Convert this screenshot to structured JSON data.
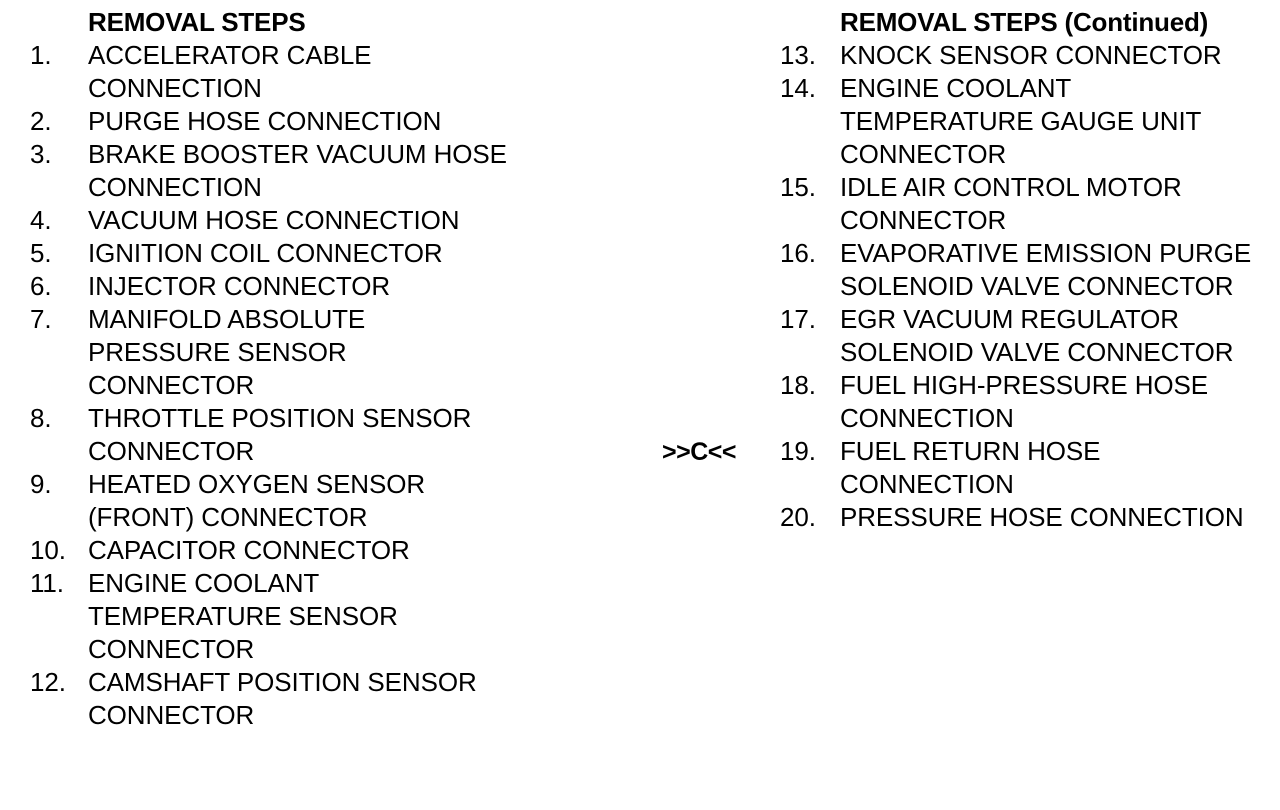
{
  "left_column": {
    "heading": "REMOVAL STEPS",
    "steps": [
      {
        "number": "1.",
        "text": "ACCELERATOR CABLE CONNECTION"
      },
      {
        "number": "2.",
        "text": "PURGE HOSE CONNECTION"
      },
      {
        "number": "3.",
        "text": "BRAKE BOOSTER VACUUM HOSE CONNECTION"
      },
      {
        "number": "4.",
        "text": "VACUUM HOSE CONNECTION"
      },
      {
        "number": "5.",
        "text": "IGNITION COIL CONNECTOR"
      },
      {
        "number": "6.",
        "text": "INJECTOR CONNECTOR"
      },
      {
        "number": "7.",
        "text": "MANIFOLD ABSOLUTE PRESSURE SENSOR CONNECTOR"
      },
      {
        "number": "8.",
        "text": "THROTTLE POSITION SENSOR CONNECTOR"
      },
      {
        "number": "9.",
        "text": "HEATED OXYGEN SENSOR (FRONT) CONNECTOR"
      },
      {
        "number": "10.",
        "text": "CAPACITOR CONNECTOR"
      },
      {
        "number": "11.",
        "text": "ENGINE COOLANT TEMPERATURE SENSOR CONNECTOR"
      },
      {
        "number": "12.",
        "text": "CAMSHAFT POSITION SENSOR CONNECTOR"
      }
    ]
  },
  "right_column": {
    "heading": "REMOVAL STEPS (Continued)",
    "steps": [
      {
        "number": "13.",
        "text": "KNOCK SENSOR CONNECTOR"
      },
      {
        "number": "14.",
        "text": "ENGINE COOLANT TEMPERATURE GAUGE UNIT CONNECTOR"
      },
      {
        "number": "15.",
        "text": "IDLE AIR CONTROL MOTOR CONNECTOR"
      },
      {
        "number": "16.",
        "text": "EVAPORATIVE EMISSION PURGE SOLENOID VALVE CONNECTOR"
      },
      {
        "number": "17.",
        "text": "EGR VACUUM REGULATOR SOLENOID VALVE CONNECTOR"
      },
      {
        "number": "18.",
        "text": "FUEL HIGH-PRESSURE HOSE CONNECTION"
      },
      {
        "number": "19.",
        "text": "FUEL RETURN HOSE CONNECTION"
      },
      {
        "number": "20.",
        "text": "PRESSURE HOSE CONNECTION"
      }
    ]
  },
  "callout": {
    "marker": ">>C<<"
  },
  "colors": {
    "text": "#000000",
    "background": "#ffffff"
  }
}
